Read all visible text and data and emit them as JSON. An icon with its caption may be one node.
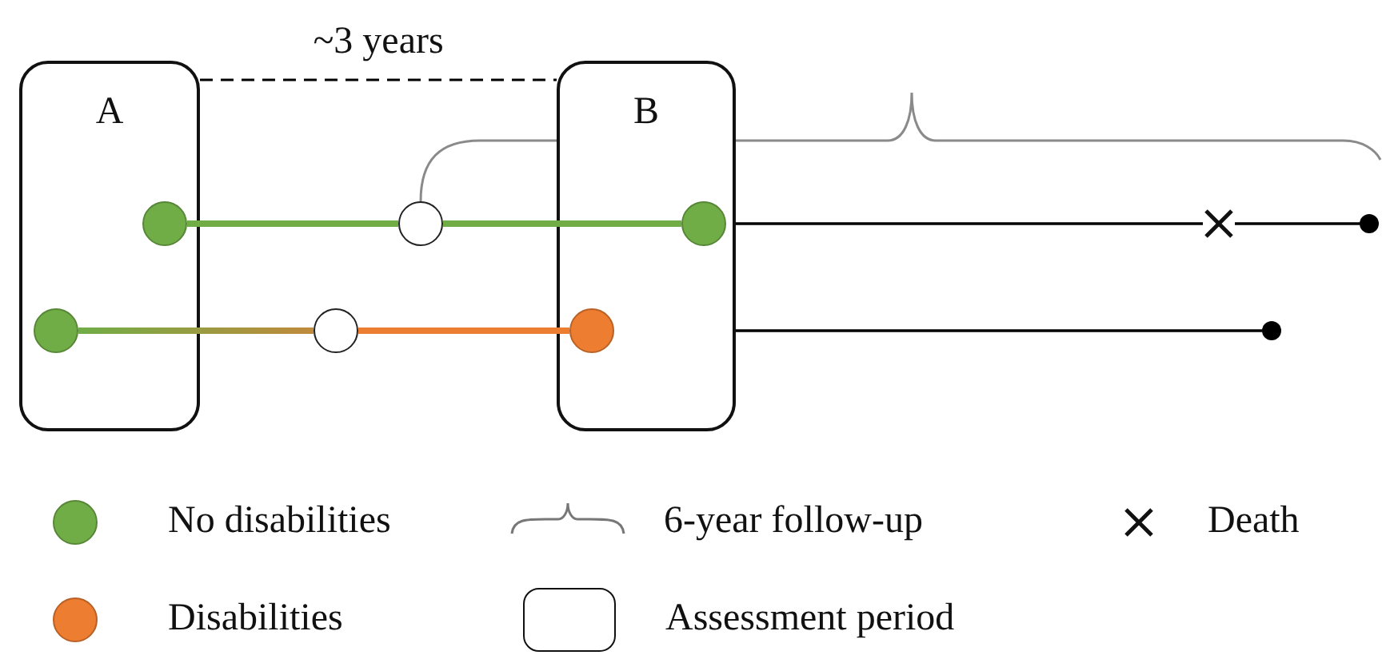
{
  "diagram": {
    "nodes": [
      {
        "text": [
          "A"
        ]
      },
      {
        "text": [
          "B"
        ]
      },
      {
        "text": [],
        "shape": "circle",
        "in": 0
      },
      {
        "text": [],
        "shape": "circle"
      },
      {
        "text": [],
        "shape": "circle",
        "in": 1
      },
      {
        "text": [],
        "shape": "circle",
        "in": 0
      },
      {
        "text": [],
        "shape": "circle"
      },
      {
        "text": [],
        "shape": "circle",
        "in": 1
      },
      {
        "text": [],
        "shape": "cross"
      },
      {
        "text": [],
        "shape": "circle"
      },
      {
        "text": [],
        "shape": "circle"
      }
    ],
    "edges": [
      {
        "from": 0,
        "to": 1,
        "arrow": "none",
        "label": "~3 years",
        "style": "dashed"
      },
      {
        "from": 2,
        "to": 3,
        "arrow": "none",
        "style": "thick",
        "color": "#70ad47"
      },
      {
        "from": 3,
        "to": 4,
        "arrow": "none",
        "style": "thick",
        "color": "#70ad47"
      },
      {
        "from": 5,
        "to": 6,
        "arrow": "none",
        "style": "thick",
        "color": "#c08a3c"
      },
      {
        "from": 6,
        "to": 7,
        "arrow": "none",
        "style": "thick",
        "color": "#ed7d31"
      },
      {
        "from": 1,
        "to": 8,
        "arrow": "none"
      },
      {
        "from": 8,
        "to": 9,
        "arrow": "none"
      },
      {
        "from": 1,
        "to": 10,
        "arrow": "none"
      }
    ],
    "legend": [
      {
        "text": "No disabilities",
        "color": "#70ad47"
      },
      {
        "text": "6-year follow-up"
      },
      {
        "text": "Death"
      },
      {
        "text": "Disabilities",
        "color": "#ed7d31"
      },
      {
        "text": "Assessment period"
      }
    ]
  }
}
